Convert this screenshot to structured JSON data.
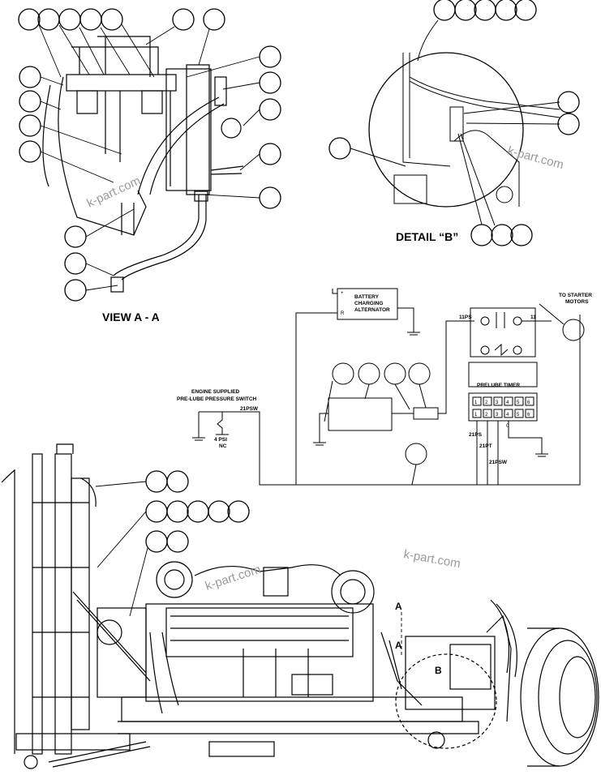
{
  "view_title": "VIEW A - A",
  "detail_title": "DETAIL “B”",
  "watermark": "k-part.com",
  "schematic": {
    "alternator_plus": "+",
    "alternator_r": "R",
    "alternator_line1": "BATTERY",
    "alternator_line2": "CHARGING",
    "alternator_line3": "ALTERNATOR",
    "to_starter_1": "TO STARTER",
    "to_starter_2": "MOTORS",
    "wire_11ps": "11PS",
    "wire_11": "11",
    "prelube_timer": "PRELUBE TIMER",
    "timer_terminals": [
      "1",
      "2",
      "3",
      "4",
      "5",
      "6"
    ],
    "switch_line1": "ENGINE SUPPLIED",
    "switch_line2": "PRE-LUBE PRESSURE SWITCH",
    "wire_21psw": "21PSW",
    "psi": "4 PSI",
    "nc": "NC",
    "wire_21ps": "21PS",
    "wire_21pt": "21PT",
    "wire_21psw_2": "21PSW",
    "wire_0": "0"
  },
  "section_marks": {
    "a_top": "A",
    "a_bottom": "A",
    "b": "B"
  }
}
